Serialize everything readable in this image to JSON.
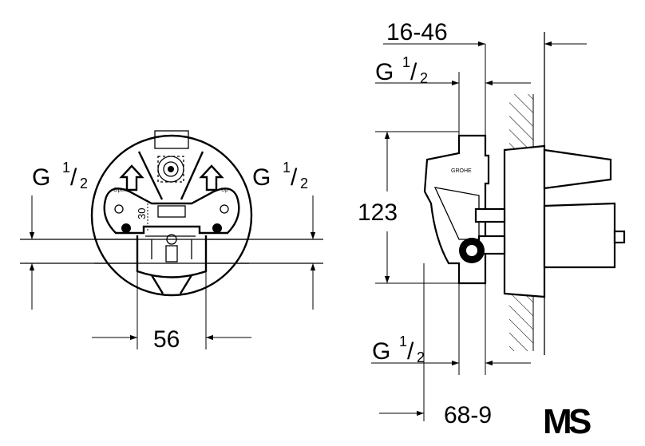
{
  "left_view": {
    "thread_left": {
      "main": "G",
      "num": "1",
      "den": "2"
    },
    "thread_right": {
      "main": "G",
      "num": "1",
      "den": "2"
    },
    "width_dim": "56",
    "angle_label": "30",
    "open_label": "Open",
    "up_label": "Up"
  },
  "right_view": {
    "depth_range": "16-46",
    "thread_top": {
      "main": "G",
      "num": "1",
      "den": "2"
    },
    "height_dim": "123",
    "thread_bottom": {
      "main": "G",
      "num": "1",
      "den": "2"
    },
    "bottom_range": "68-9",
    "brand_mark": "GROHE"
  },
  "logo": {
    "letters": [
      "M",
      "S"
    ],
    "colors": {
      "M": "#3cc23c",
      "S": "#2a4a7a"
    }
  }
}
